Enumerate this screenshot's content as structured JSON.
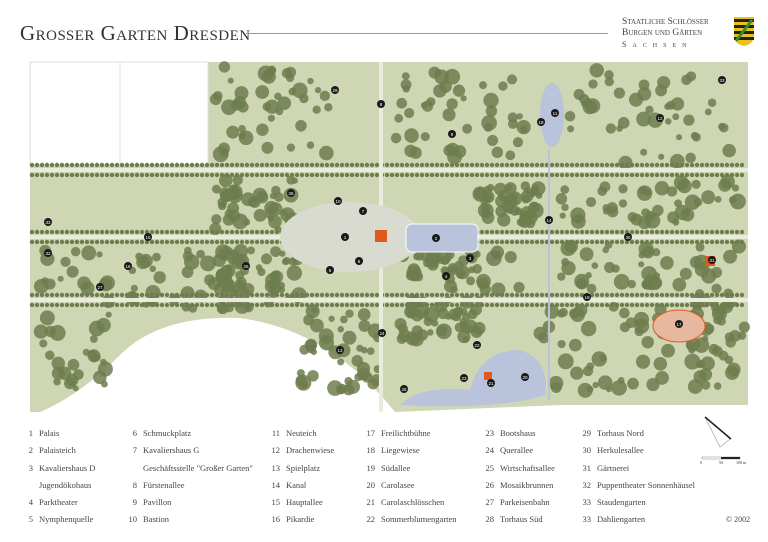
{
  "header": {
    "title": "Großer Garten Dresden",
    "brand_lines": [
      "Staatliche Schlösser",
      "Burgen und Gärten",
      "Sachsen"
    ]
  },
  "colors": {
    "park": "#cfd6b4",
    "trees": "#6d7d4e",
    "path": "#e9ecdd",
    "water": "#b9c3dc",
    "marker": "#1a1a1a",
    "building": "#e2591f"
  },
  "markers": [
    "1",
    "2",
    "3",
    "4",
    "5",
    "6",
    "7",
    "8",
    "9",
    "10",
    "11",
    "12",
    "13",
    "14",
    "15",
    "16",
    "17",
    "18",
    "19",
    "20",
    "21",
    "22",
    "23",
    "24",
    "25",
    "26",
    "27",
    "28",
    "29",
    "30",
    "31",
    "32",
    "33",
    "33"
  ],
  "legend": [
    [
      {
        "n": "1",
        "t": "Palais"
      },
      {
        "n": "2",
        "t": "Palaisteich"
      },
      {
        "n": "3",
        "t": "Kavaliershaus D",
        "t2": "Jugendökohaus"
      },
      {
        "n": "4",
        "t": "Parktheater"
      },
      {
        "n": "5",
        "t": "Nymphenquelle"
      }
    ],
    [
      {
        "n": "6",
        "t": "Schmuckplatz"
      },
      {
        "n": "7",
        "t": "Kavaliershaus G",
        "t2": "Geschäftsstelle \"Großer Garten\""
      },
      {
        "n": "8",
        "t": "Fürstenallee"
      },
      {
        "n": "9",
        "t": "Pavillon"
      },
      {
        "n": "10",
        "t": "Bastion"
      }
    ],
    [
      {
        "n": "11",
        "t": "Neuteich"
      },
      {
        "n": "12",
        "t": "Drachenwiese"
      },
      {
        "n": "13",
        "t": "Spielplatz"
      },
      {
        "n": "14",
        "t": "Kanal"
      },
      {
        "n": "15",
        "t": "Hauptallee"
      },
      {
        "n": "16",
        "t": "Pikardie"
      }
    ],
    [
      {
        "n": "17",
        "t": "Freilichtbühne"
      },
      {
        "n": "18",
        "t": "Liegewiese"
      },
      {
        "n": "19",
        "t": "Südallee"
      },
      {
        "n": "20",
        "t": "Carolasee"
      },
      {
        "n": "21",
        "t": "Carolaschlösschen"
      },
      {
        "n": "22",
        "t": "Sommerblumengarten"
      }
    ],
    [
      {
        "n": "23",
        "t": "Bootshaus"
      },
      {
        "n": "24",
        "t": "Querallee"
      },
      {
        "n": "25",
        "t": "Wirtschaftsallee"
      },
      {
        "n": "26",
        "t": "Mosaikbrunnen"
      },
      {
        "n": "27",
        "t": "Parkeisenbahn"
      },
      {
        "n": "28",
        "t": "Torhaus Süd"
      }
    ],
    [
      {
        "n": "29",
        "t": "Torhaus Nord"
      },
      {
        "n": "30",
        "t": "Herkulesallee"
      },
      {
        "n": "31",
        "t": "Gärtnerei"
      },
      {
        "n": "32",
        "t": "Puppentheater Sonnenhäusel"
      },
      {
        "n": "33",
        "t": "Staudengarten"
      },
      {
        "n": "33",
        "t": "Dahliengarten"
      }
    ]
  ],
  "scale": {
    "labels": [
      "0",
      "50",
      "100 m"
    ]
  },
  "copyright": "© 2002"
}
